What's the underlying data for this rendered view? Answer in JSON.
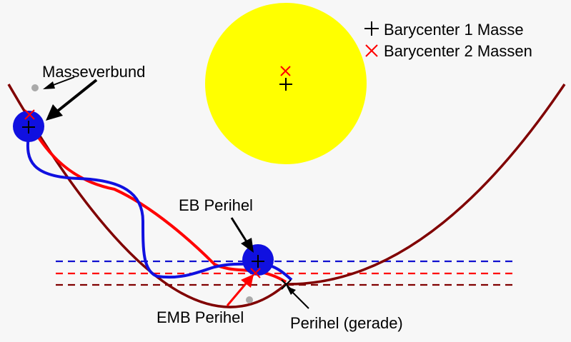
{
  "legend": {
    "one_mass": "Barycenter 1 Masse",
    "two_masses": "Barycenter 2 Massen"
  },
  "labels": {
    "mass_group": "Masseverbund",
    "eb_perihel": "EB Perihel",
    "emb_perihel": "EMB Perihel",
    "perihel_straight": "Perihel (gerade)"
  },
  "colors": {
    "background": "#f7f7f7",
    "sun": "#ffff00",
    "orbit_path": "#800000",
    "emb_path": "#ff0000",
    "earth_path": "#0000ff",
    "earth_body": "#1010e0",
    "moon": "#aaaaaa",
    "barycenter_one_mass": "#000000",
    "barycenter_two_masses": "#ff0000",
    "line_blue": "#1010d0",
    "line_red": "#ff0000",
    "line_dark": "#800000"
  },
  "icons": {
    "one_mass_marker": "plus-icon",
    "two_masses_marker": "x-icon"
  }
}
